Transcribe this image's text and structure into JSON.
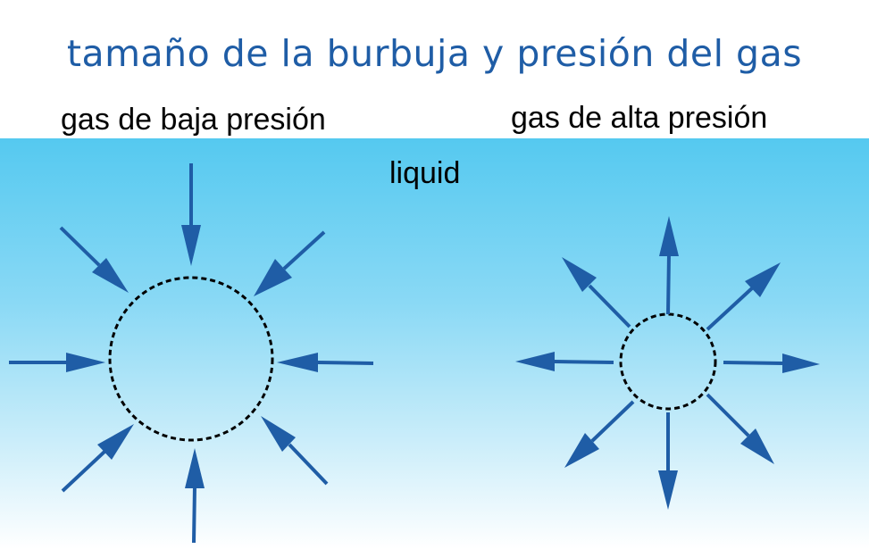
{
  "title": "tamaño de la burbuja y presión del gas",
  "labels": {
    "low_pressure": "gas de baja presión",
    "high_pressure": "gas de alta presión",
    "liquid": "liquid"
  },
  "colors": {
    "arrow": "#1f5da6",
    "title": "#1f5da6",
    "liquid_top": "#55c9f0",
    "bubble_outline": "#000000"
  },
  "bubbles": {
    "low_pressure": {
      "arrow_direction": "inward",
      "arrow_count": 8
    },
    "high_pressure": {
      "arrow_direction": "outward",
      "arrow_count": 8
    }
  }
}
